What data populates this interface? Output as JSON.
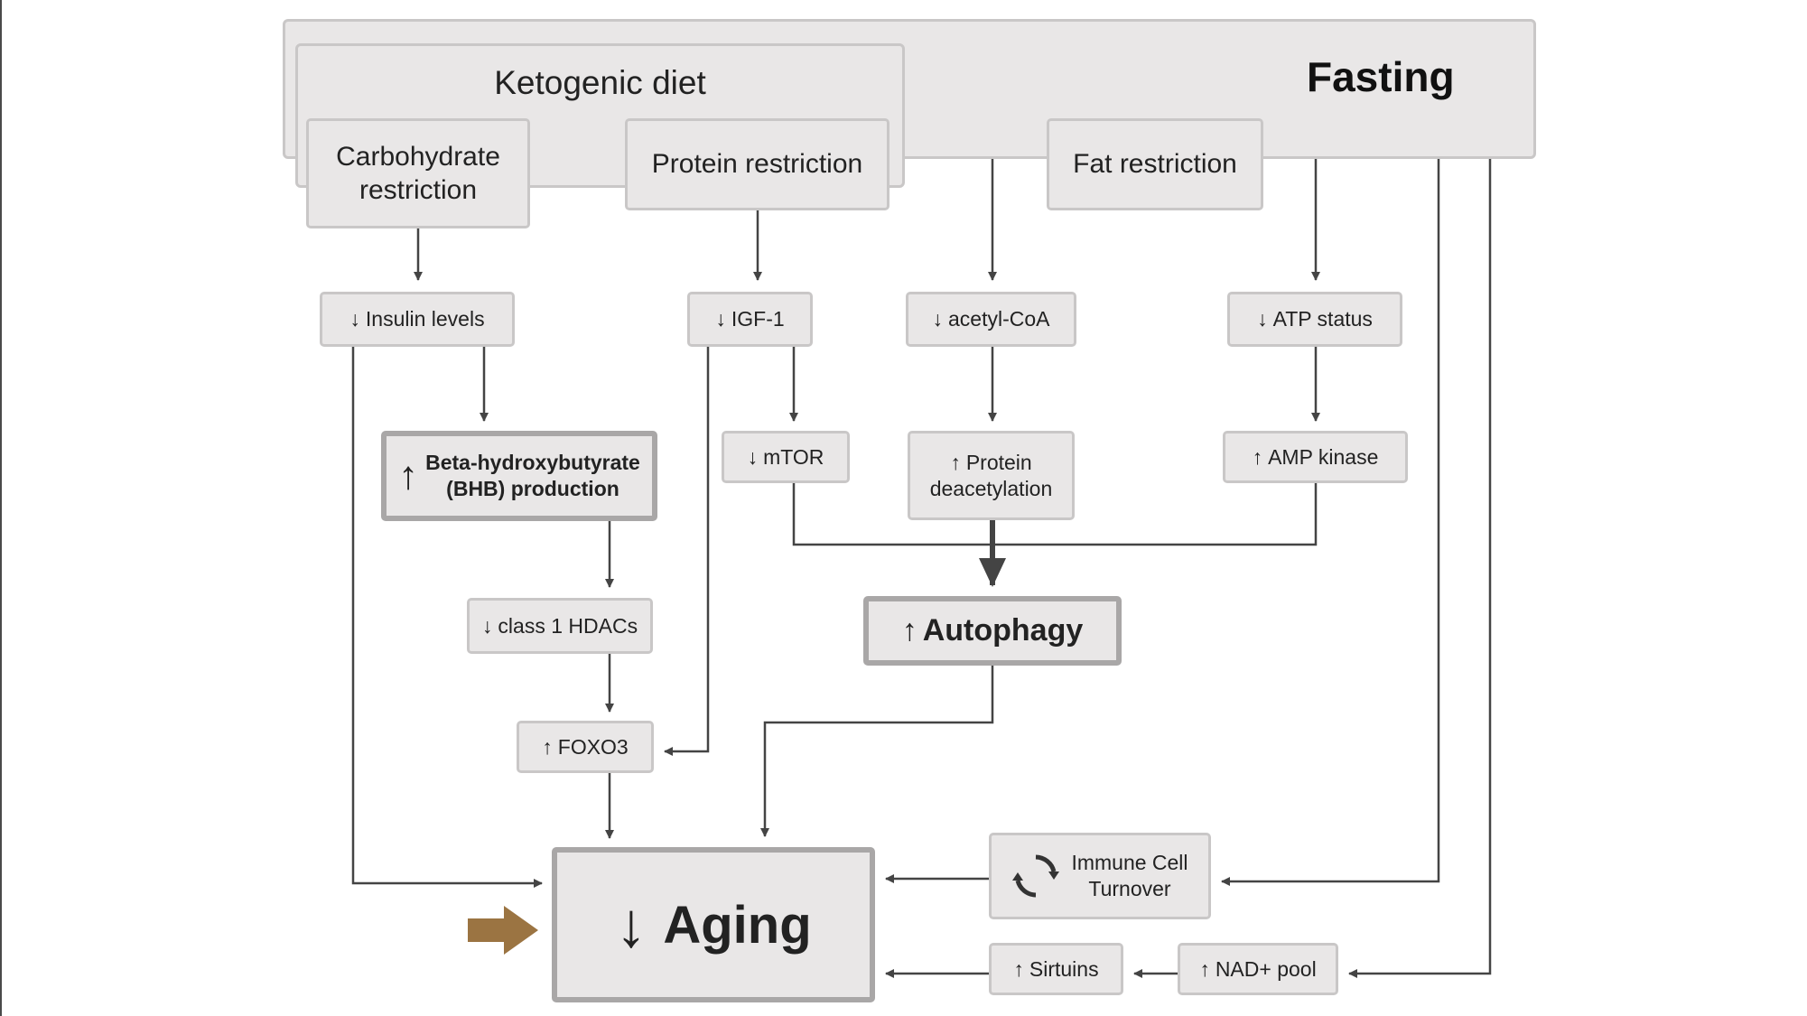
{
  "diagram": {
    "fasting": "Fasting",
    "ketogenic_diet": "Ketogenic diet",
    "carb_restriction_line1": "Carbohydrate",
    "carb_restriction_line2": "restriction",
    "protein_restriction": "Protein restriction",
    "fat_restriction": "Fat restriction",
    "insulin_levels": "Insulin levels",
    "igf1": "IGF-1",
    "acetyl_coa": "acetyl-CoA",
    "atp_status": "ATP status",
    "bhb_line1": "Beta-hydroxybutyrate",
    "bhb_line2": "(BHB) production",
    "mtor": "mTOR",
    "protein_deacetylation_line1": "Protein",
    "protein_deacetylation_line2": "deacetylation",
    "amp_kinase": "AMP kinase",
    "class1_hdacs": "class 1 HDACs",
    "autophagy": "Autophagy",
    "foxo3": "FOXO3",
    "aging": "Aging",
    "immune_line1": "Immune Cell",
    "immune_line2": "Turnover",
    "sirtuins": "Sirtuins",
    "nad_pool": "NAD+ pool"
  },
  "symbols": {
    "up": "↑",
    "down": "↓"
  },
  "icons": {
    "cycle_icon": "recycle-cycle-icon",
    "pointer_icon": "brown-arrow-icon"
  },
  "colors": {
    "box_fill": "#e9e7e7",
    "box_border": "#c9c7c7",
    "connector": "#444444",
    "pointer": "#9b7442"
  }
}
